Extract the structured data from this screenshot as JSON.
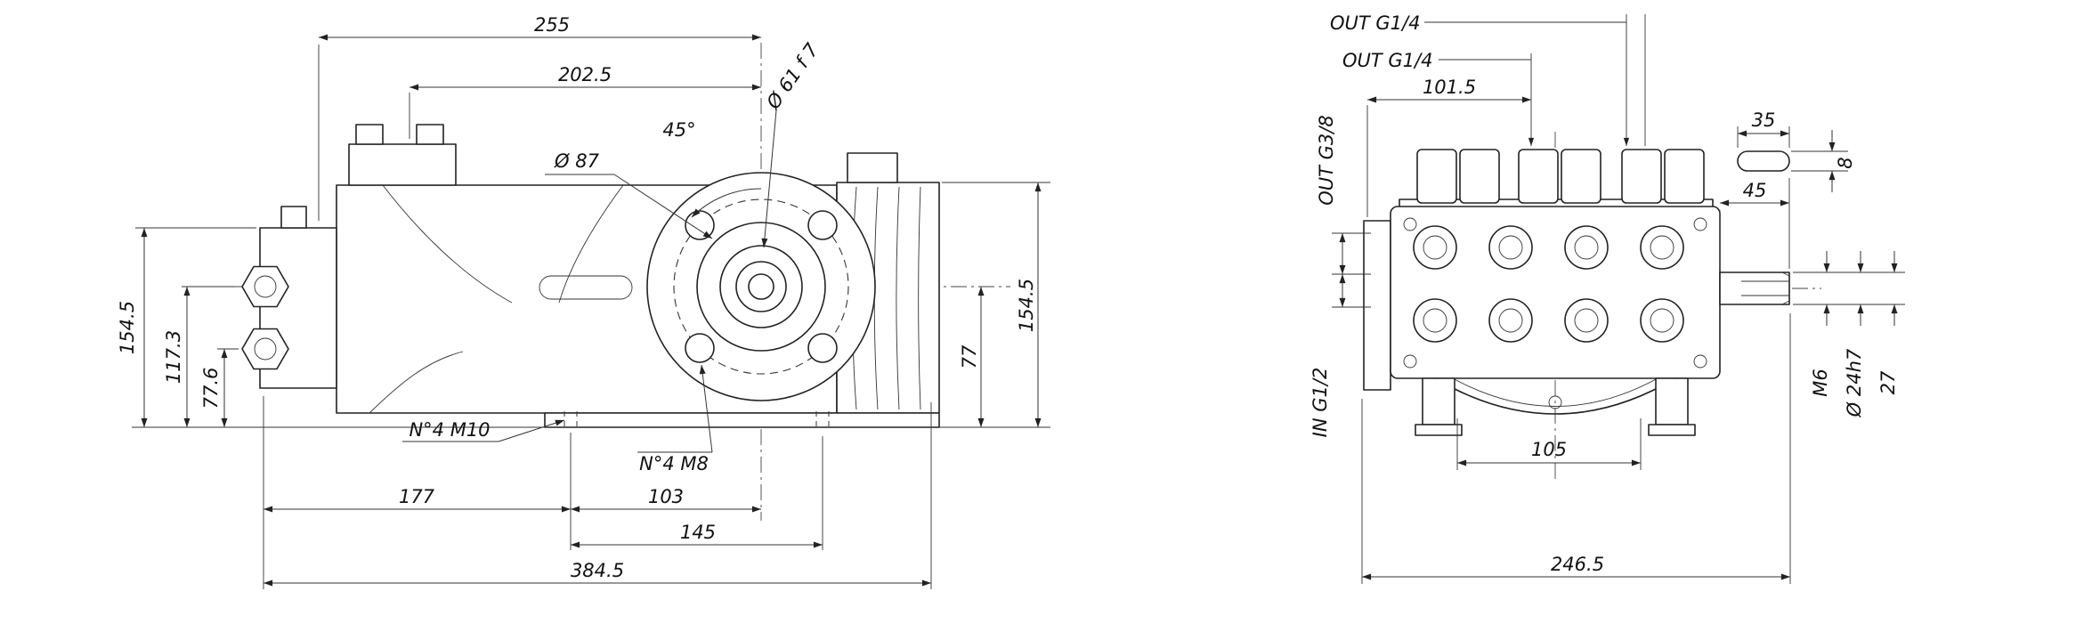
{
  "drawing_type": "pump-dimensional-drawing",
  "side_view": {
    "d255": "255",
    "d202_5": "202.5",
    "a45": "45°",
    "shaft_dia": "Ø 61 f 7",
    "flange_dia": "Ø 87",
    "h154_5_left": "154.5",
    "h117_3": "117.3",
    "h77_6": "77.6",
    "h77": "77",
    "h154_5_right": "154.5",
    "m10": "N°4 M10",
    "m8": "N°4 M8",
    "d177": "177",
    "d103": "103",
    "d145": "145",
    "d384_5": "384.5"
  },
  "front_view": {
    "out_g14_a": "OUT G1/4",
    "out_g14_b": "OUT G1/4",
    "out_g38": "OUT G3/8",
    "in_g12": "IN G1/2",
    "d101_5": "101.5",
    "d105": "105",
    "d246_5": "246.5",
    "d35": "35",
    "d8": "8",
    "d45": "45",
    "m6": "M6",
    "shaft_dia": "Ø 24h7",
    "d27": "27"
  }
}
